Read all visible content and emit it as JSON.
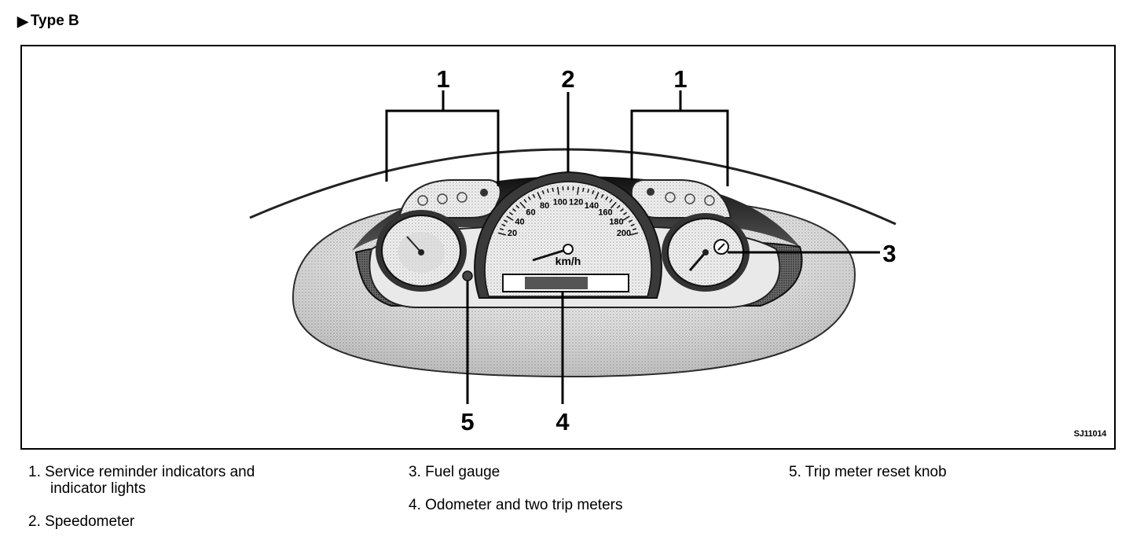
{
  "heading": {
    "marker": "▶",
    "label": "Type B"
  },
  "reference_code": "SJ11014",
  "callouts": {
    "c1a": "1",
    "c2": "2",
    "c1b": "1",
    "c3": "3",
    "c4": "4",
    "c5": "5"
  },
  "speedometer": {
    "ticks": [
      "20",
      "40",
      "60",
      "80",
      "100",
      "120",
      "140",
      "160",
      "180",
      "200"
    ],
    "unit": "km/h"
  },
  "legend": [
    {
      "num": "1.",
      "text": "Service reminder indicators and",
      "cont": "indicator lights"
    },
    {
      "num": "2.",
      "text": "Speedometer"
    },
    {
      "num": "3.",
      "text": "Fuel gauge"
    },
    {
      "num": "4.",
      "text": "Odometer and two trip meters"
    },
    {
      "num": "5.",
      "text": "Trip meter reset knob"
    }
  ]
}
